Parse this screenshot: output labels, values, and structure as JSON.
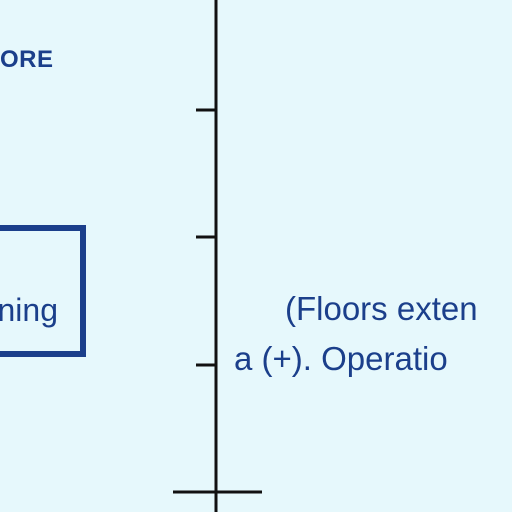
{
  "header": {
    "fragment": "ORE"
  },
  "box": {
    "label": "ning"
  },
  "note": {
    "line1": "(Floors exten",
    "line2": "a (+).  Operatio"
  },
  "colors": {
    "background": "#e6f8fc",
    "ink": "#1b3f8b",
    "axis": "#111111"
  }
}
